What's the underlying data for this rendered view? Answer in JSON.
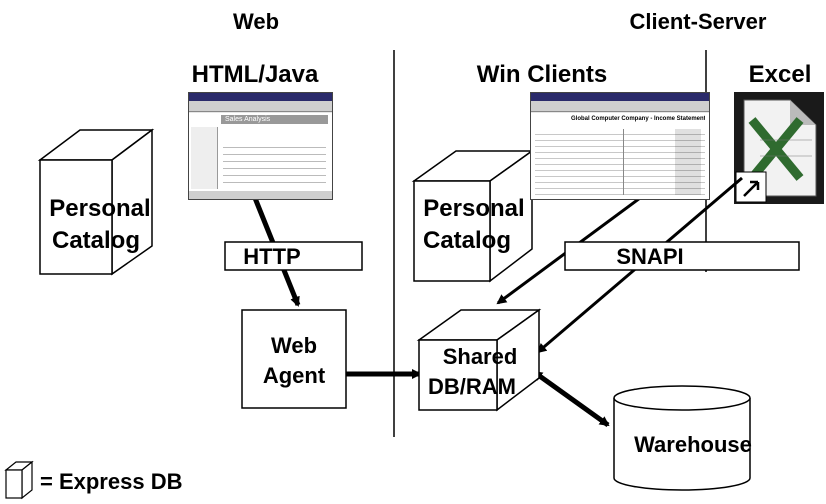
{
  "headers": {
    "web": "Web",
    "client_server": "Client-Server",
    "html_java": "HTML/Java",
    "win_clients": "Win Clients",
    "excel": "Excel"
  },
  "nodes": {
    "personal_catalog_left": [
      "Personal",
      "Catalog"
    ],
    "personal_catalog_right": [
      "Personal",
      "Catalog"
    ],
    "http": "HTTP",
    "snapi": "SNAPI",
    "web_agent": [
      "Web",
      "Agent"
    ],
    "shared_db": [
      "Shared",
      "DB/RAM"
    ],
    "warehouse": "Warehouse"
  },
  "legend": {
    "label": "= Express DB"
  },
  "screenshots": {
    "html_java_title": "Sales Analysis",
    "win_clients_title": "Global Computer Company - Income Statement"
  }
}
